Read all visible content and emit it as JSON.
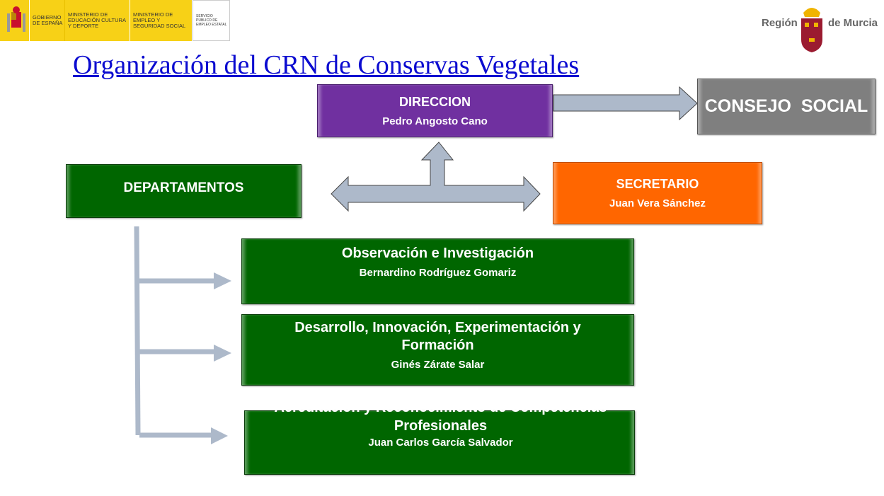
{
  "header": {
    "logos": [
      "GOBIERNO DE ESPAÑA",
      "MINISTERIO DE EDUCACIÓN CULTURA Y DEPORTE",
      "MINISTERIO DE EMPLEO Y SEGURIDAD SOCIAL",
      "SERVICIO PÚBLICO DE EMPLEO ESTATAL"
    ],
    "region_left": "Región",
    "region_right": "de Murcia"
  },
  "title": "Organización del CRN de Conservas Vegetales",
  "direccion": {
    "label": "DIRECCION",
    "name": "Pedro Angosto Cano"
  },
  "consejo": {
    "label": "CONSEJO  SOCIAL"
  },
  "departamentos": {
    "label": "DEPARTAMENTOS"
  },
  "secretario": {
    "label": "SECRETARIO",
    "name": "Juan Vera Sánchez"
  },
  "departments": [
    {
      "label": "Observación e Investigación",
      "name": "Bernardino Rodríguez Gomariz"
    },
    {
      "label": "Desarrollo, Innovación, Experimentación y Formación",
      "name": "Ginés Zárate Salar"
    },
    {
      "label": "Acreditación y Reconocimiento de Competencias Profesionales",
      "name": "Juan Carlos García Salvador"
    }
  ],
  "colors": {
    "purple": "#7030A0",
    "green": "#006600",
    "orange": "#FF6600",
    "gray": "#7F7F7F",
    "arrow": "#ADB9CA"
  }
}
